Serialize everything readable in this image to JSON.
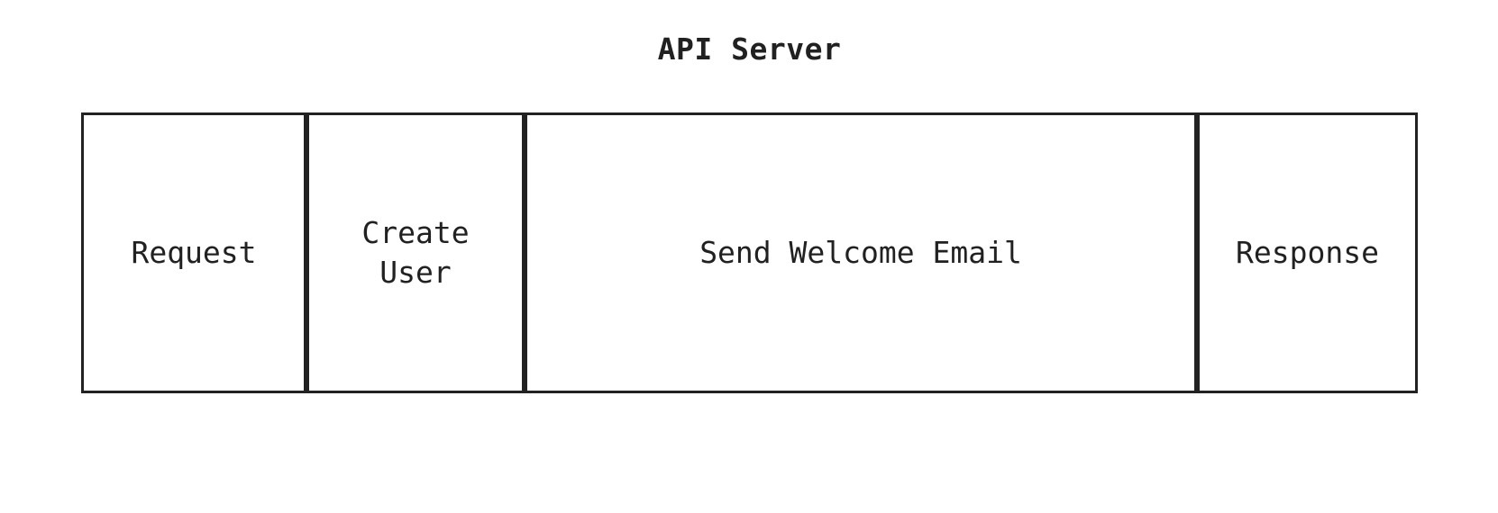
{
  "page": {
    "title": "API Server"
  },
  "colors": {
    "border": "#222222",
    "text": "#212121",
    "background": "#ffffff"
  },
  "trace": {
    "spans": [
      {
        "label": "Request"
      },
      {
        "label": "Create User"
      },
      {
        "label": "Send Welcome Email"
      },
      {
        "label": "Response"
      }
    ]
  }
}
